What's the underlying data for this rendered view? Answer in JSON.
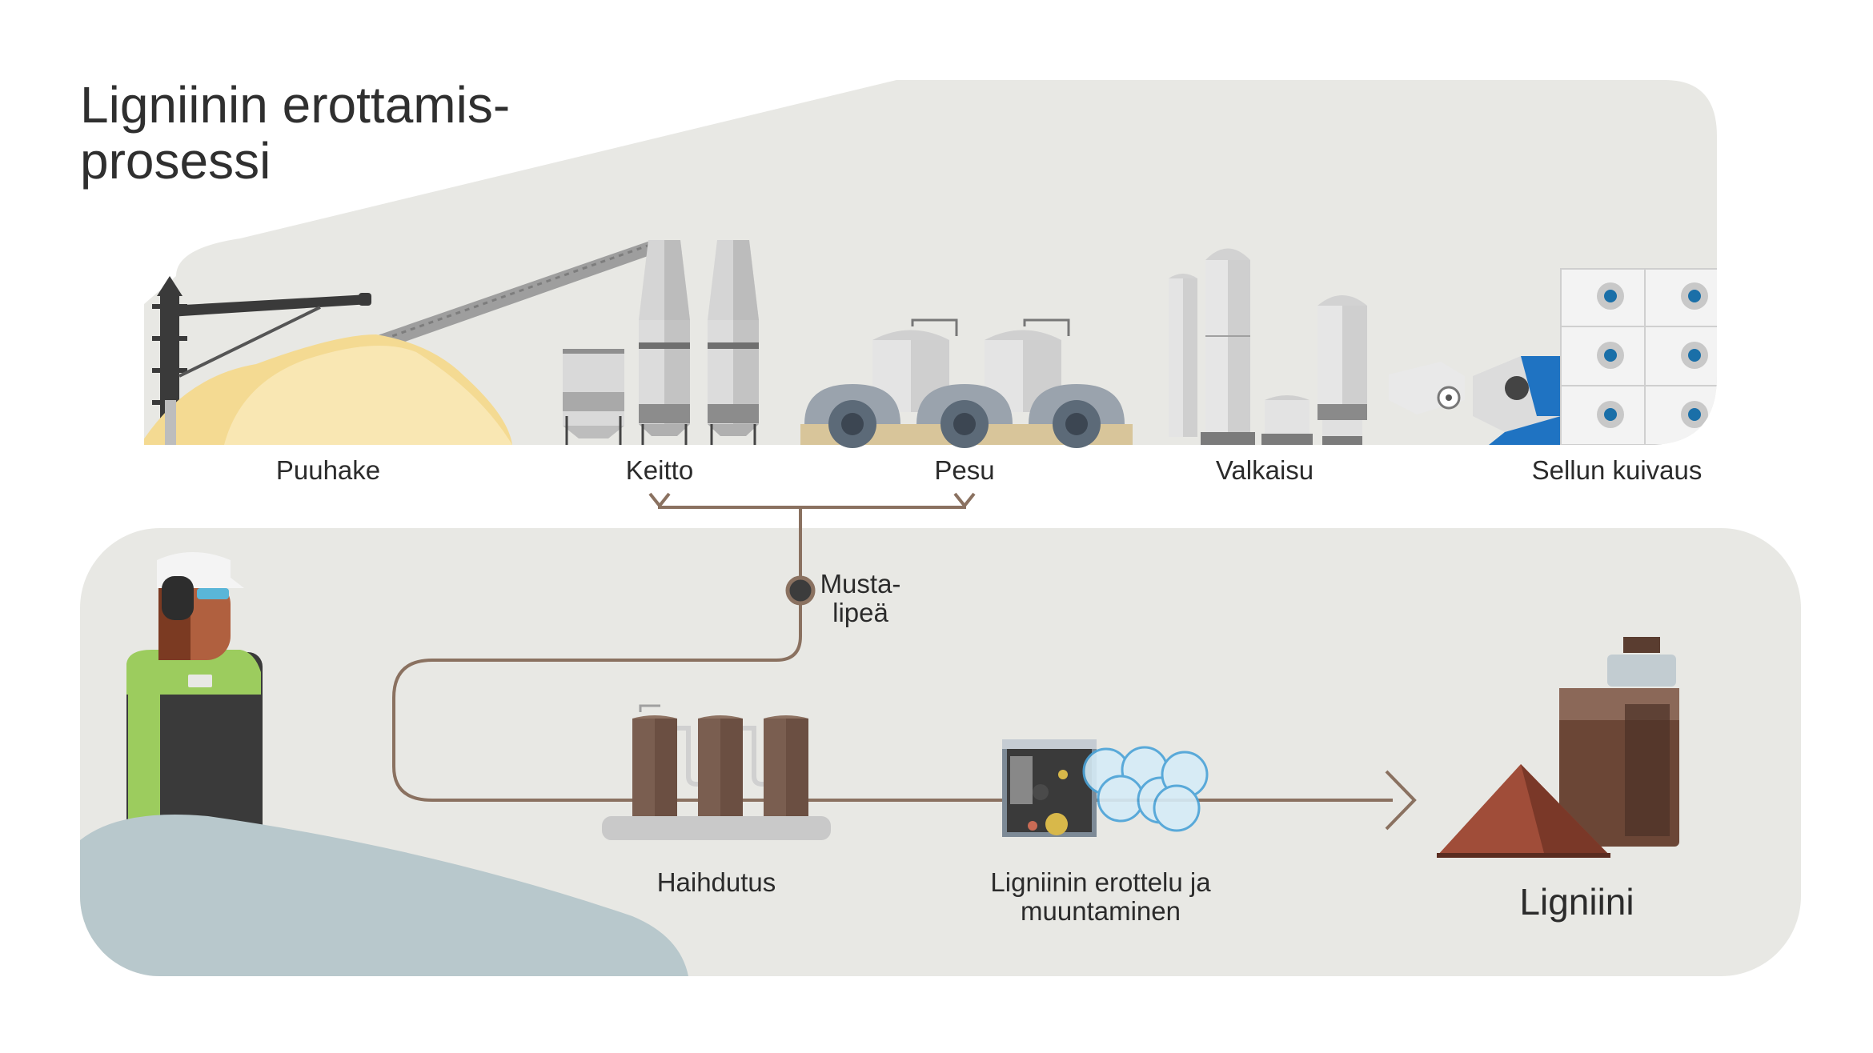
{
  "title": "Ligniinin erottamis-\nprosessi",
  "stages_top": [
    {
      "id": "puuhake",
      "label": "Puuhake"
    },
    {
      "id": "keitto",
      "label": "Keitto"
    },
    {
      "id": "pesu",
      "label": "Pesu"
    },
    {
      "id": "valkaisu",
      "label": "Valkaisu"
    },
    {
      "id": "sellun_kuivaus",
      "label": "Sellun kuivaus"
    }
  ],
  "node_label": "Musta-\nlipeä",
  "stages_bottom": [
    {
      "id": "haihdutus",
      "label": "Haihdutus"
    },
    {
      "id": "erottelu",
      "label": "Ligniinin erottelu ja\nmuuntaminen"
    }
  ],
  "product_label": "Ligniini",
  "colors": {
    "panel": "#e8e8e4",
    "flow_line": "#8a7160",
    "wood_chips": "#f7e2a4",
    "machine_blue": "#1f73c2",
    "lignin_brown": "#6b4636",
    "worker_green": "#9ccc5e"
  }
}
